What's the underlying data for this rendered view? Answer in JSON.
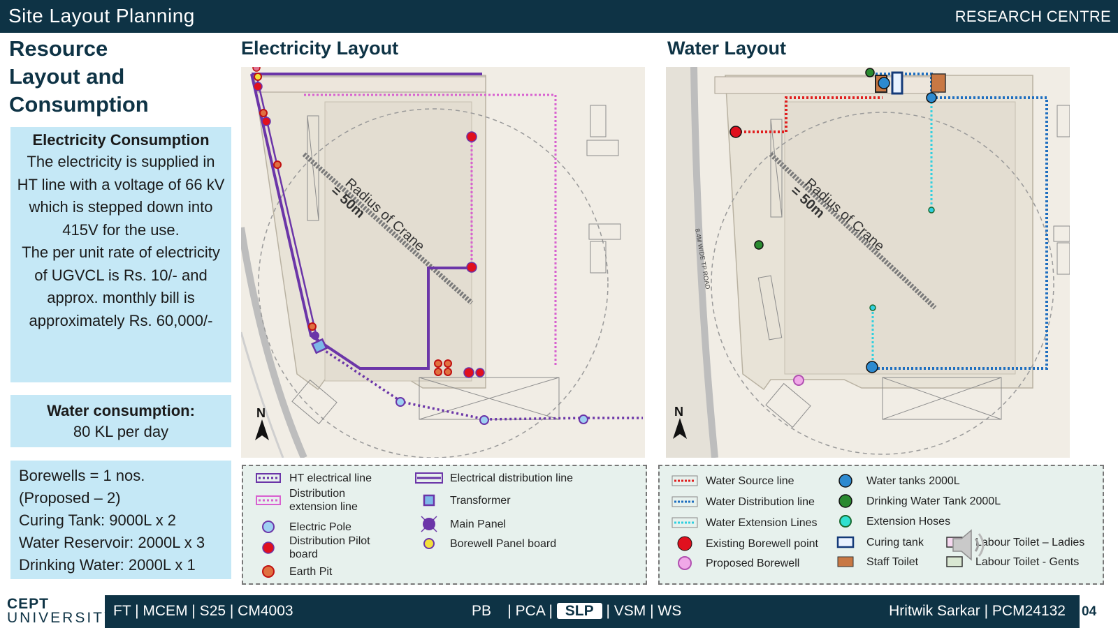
{
  "header": {
    "title": "Site Layout Planning",
    "right_label": "RESEARCH CENTRE"
  },
  "left": {
    "heading": [
      "Resource",
      "Layout and",
      "Consumption"
    ],
    "electricity": {
      "title": "Electricity Consumption",
      "paragraphs": [
        "The electricity is supplied in HT line with a voltage of 66 kV which is stepped down into 415V  for the use.",
        "The per unit rate of electricity of UGVCL is Rs. 10/- and approx. monthly bill is approximately Rs. 60,000/-"
      ]
    },
    "water": {
      "title": "Water consumption:",
      "value": "80 KL per day"
    },
    "resources": [
      "Borewells = 1 nos.",
      "(Proposed – 2)",
      "Curing Tank: 9000L x 2",
      "Water Reservoir: 2000L x 3",
      "Drinking Water: 2000L x 1"
    ]
  },
  "electricity_layout": {
    "title": "Electricity Layout",
    "crane_label_1": "Radius of Crane",
    "crane_label_2": "= 50m",
    "north": "N",
    "legend": {
      "ht_line": "HT electrical line",
      "dist_ext_line": "Distribution extension line",
      "electric_pole": "Electric Pole",
      "dist_pilot_board": "Distribution Pilot board",
      "earth_pit": "Earth Pit",
      "elec_dist_line": "Electrical distribution line",
      "transformer": "Transformer",
      "main_panel": "Main Panel",
      "borewell_panel": "Borewell Panel board"
    }
  },
  "water_layout": {
    "title": "Water Layout",
    "crane_label_1": "Radius of Crane",
    "crane_label_2": "= 50m",
    "north": "N",
    "road_label": "8.4M WIDE TP ROAD",
    "legend": {
      "source_line": "Water Source line",
      "dist_line": "Water Distribution line",
      "ext_lines": "Water Extension Lines",
      "existing_borewell": "Existing Borewell point",
      "proposed_borewell": "Proposed Borewell",
      "tanks": "Water tanks 2000L",
      "drinking_tank": "Drinking Water Tank 2000L",
      "hoses": "Extension Hoses",
      "curing_tank": "Curing tank",
      "staff_toilet": "Staff Toilet",
      "labour_ladies": "Labour Toilet – Ladies",
      "labour_gents": "Labour Toilet - Gents"
    }
  },
  "footer": {
    "left": "FT | MCEM | S25 | CM4003",
    "nav_pre": "PB    | PCA |",
    "nav_active": "SLP",
    "nav_post": "| VSM | WS",
    "author": "Hritwik Sarkar | PCM24132",
    "page": "04",
    "logo_line1": "CEPT",
    "logo_line2": "UNIVERSITY"
  },
  "colors": {
    "header_bg": "#0e3345",
    "panel_bg": "#c5e8f6",
    "electric_line": "#6b35a8",
    "dist_ext_line": "#d860d0",
    "water_source": "#e02020",
    "water_dist": "#1f6fc0",
    "water_ext": "#30d0e0"
  },
  "icons": [
    "speaker-icon",
    "north-arrow-icon"
  ]
}
